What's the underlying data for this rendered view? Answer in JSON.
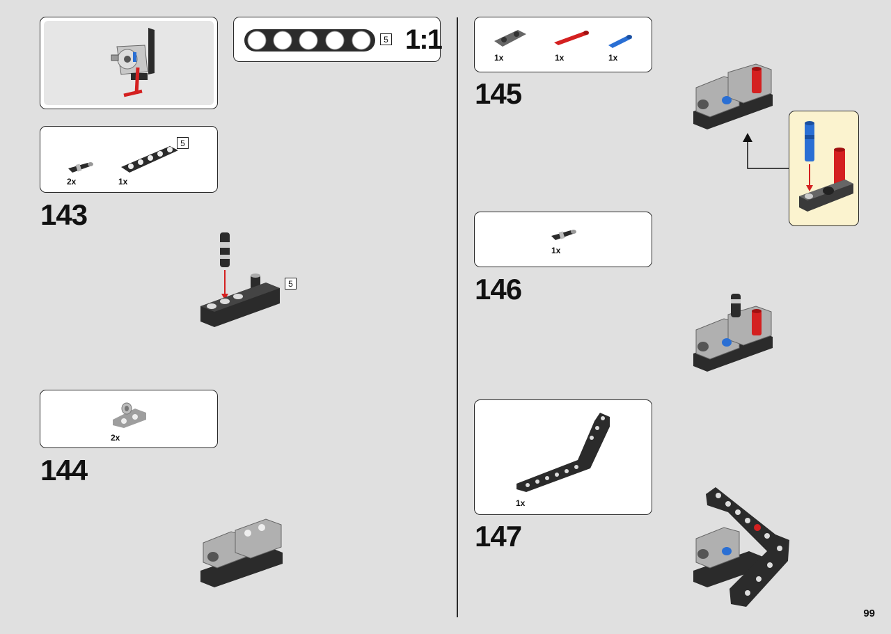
{
  "page_number": "99",
  "scale_ruler": {
    "ratio": "1:1",
    "length": "5"
  },
  "steps": [
    {
      "number": "143",
      "parts": [
        {
          "qty": "2x"
        },
        {
          "qty": "1x",
          "length": "5"
        }
      ],
      "assembly_length": "5"
    },
    {
      "number": "144",
      "parts": [
        {
          "qty": "2x"
        }
      ]
    },
    {
      "number": "145",
      "parts": [
        {
          "qty": "1x"
        },
        {
          "qty": "1x"
        },
        {
          "qty": "1x"
        }
      ]
    },
    {
      "number": "146",
      "parts": [
        {
          "qty": "1x"
        }
      ]
    },
    {
      "number": "147",
      "parts": [
        {
          "qty": "1x"
        }
      ]
    }
  ],
  "colors": {
    "background": "#e0e0e0",
    "callout_bg": "#fbf3cf",
    "pin_red": "#d42020",
    "pin_blue": "#2a6fd4",
    "beam_black": "#2b2b2b",
    "beam_grey": "#a8a8a8"
  }
}
